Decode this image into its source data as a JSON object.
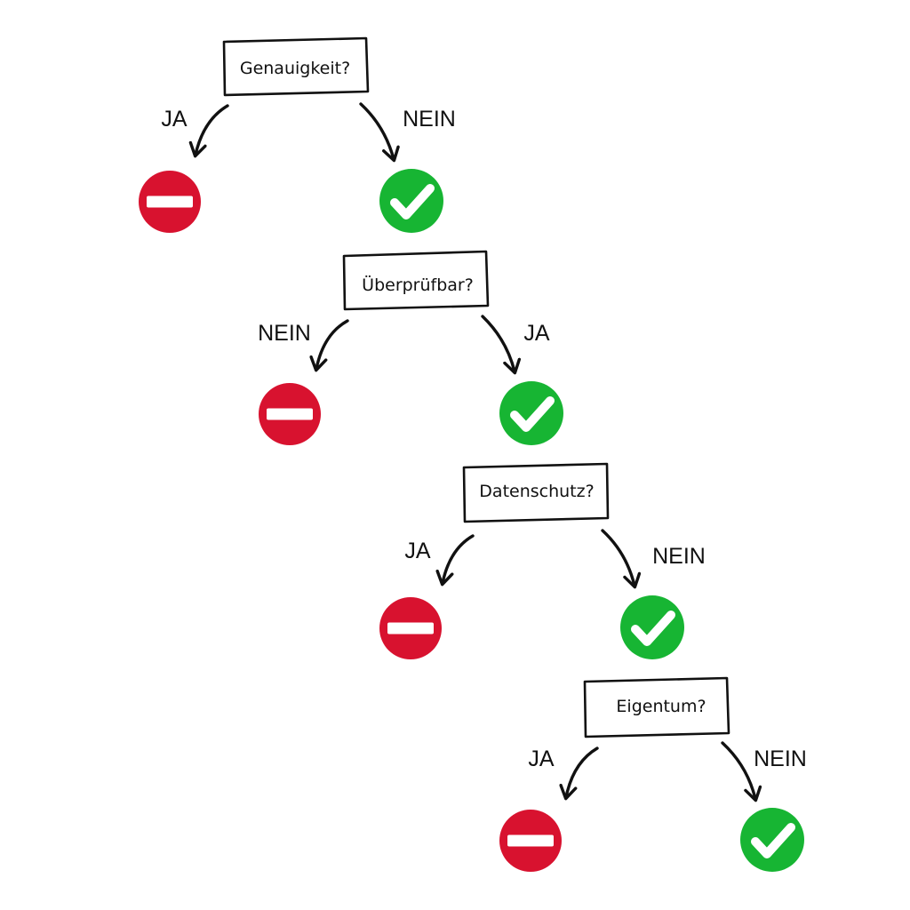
{
  "nodes": [
    {
      "question": "Genauigkeit?",
      "left": {
        "label": "JA",
        "outcome": "no-entry-icon"
      },
      "right": {
        "label": "NEIN",
        "outcome": "check-icon"
      }
    },
    {
      "question": "Überprüfbar?",
      "left": {
        "label": "NEIN",
        "outcome": "no-entry-icon"
      },
      "right": {
        "label": "JA",
        "outcome": "check-icon"
      }
    },
    {
      "question": "Datenschutz?",
      "left": {
        "label": "JA",
        "outcome": "no-entry-icon"
      },
      "right": {
        "label": "NEIN",
        "outcome": "check-icon"
      }
    },
    {
      "question": "Eigentum?",
      "left": {
        "label": "JA",
        "outcome": "no-entry-icon"
      },
      "right": {
        "label": "NEIN",
        "outcome": "check-icon"
      }
    }
  ],
  "colors": {
    "stop": "#d8122f",
    "go": "#17b533",
    "ink": "#111111"
  }
}
